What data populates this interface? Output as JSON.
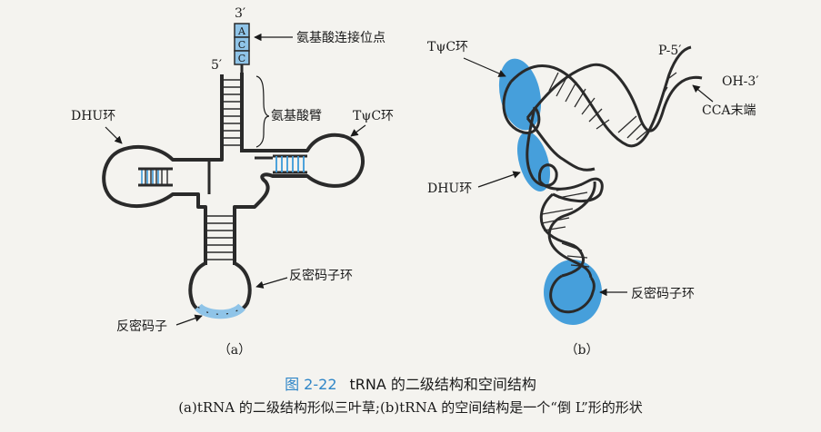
{
  "panel_a": {
    "three_prime": "3′",
    "five_prime": "5′",
    "acc_bases": [
      "A",
      "C",
      "C"
    ],
    "amino_site_label": "氨基酸连接位点",
    "acceptor_arm_label": "氨基酸臂",
    "dhu_loop_label": "DHU环",
    "tpsic_loop_label": "TψC环",
    "anticodon_loop_label": "反密码子环",
    "anticodon_label": "反密码子",
    "panel_label": "（a）"
  },
  "panel_b": {
    "tpsic_loop_label": "TψC环",
    "p5_label": "P-5′",
    "oh3_label": "OH-3′",
    "cca_label": "CCA末端",
    "dhu_loop_label": "DHU环",
    "anticodon_loop_label": "反密码子环",
    "panel_label": "（b）"
  },
  "caption": {
    "number": "图 2-22",
    "title": "tRNA 的二级结构和空间结构",
    "subtitle": "(a)tRNA 的二级结构形似三叶草;(b)tRNA 的空间结构是一个“倒 L”形的形状"
  },
  "colors": {
    "highlight": "#3c9ad9",
    "base_fill": "#8fc4e8",
    "stroke": "#2a2a2a",
    "caption_accent": "#2f86c7"
  }
}
